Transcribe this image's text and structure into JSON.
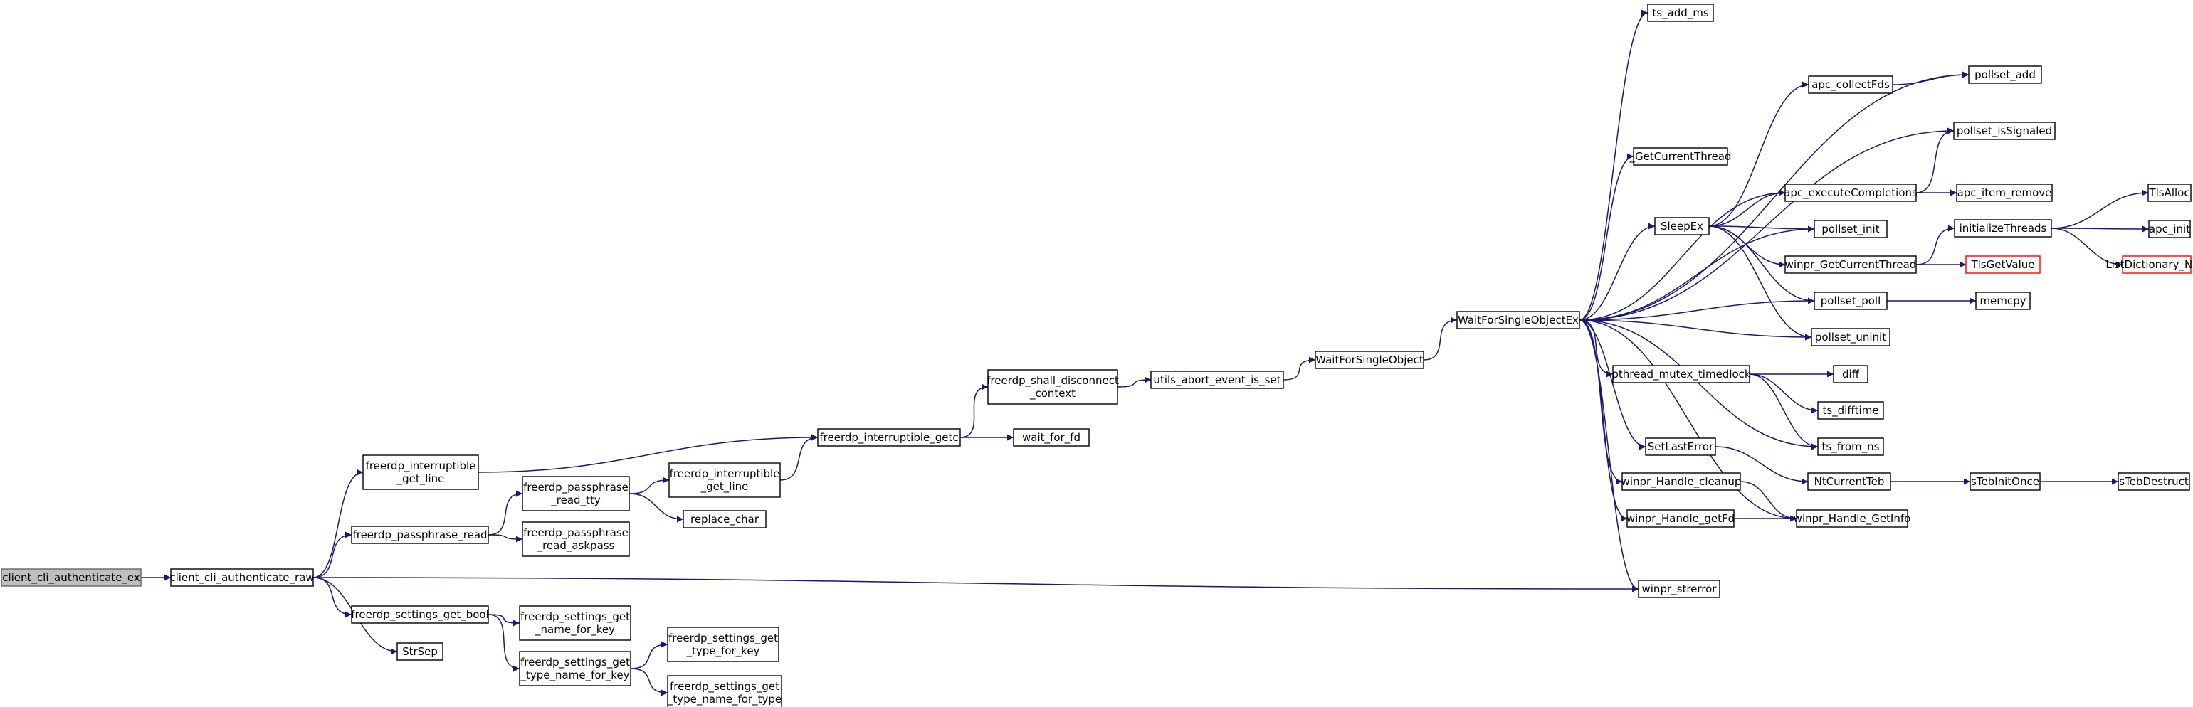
{
  "colors": {
    "edge": "#191970",
    "root_fill": "#bfbfbf",
    "node_border": "#000000",
    "truncated_border": "#ff0000"
  },
  "nodes": [
    {
      "id": "client_cli_authenticate_ex",
      "lines": [
        "client_cli_authenticate_ex"
      ],
      "root": true
    },
    {
      "id": "client_cli_authenticate_raw",
      "lines": [
        "client_cli_authenticate_raw"
      ]
    },
    {
      "id": "freerdp_interruptible_get_line_a",
      "lines": [
        "freerdp_interruptible",
        "_get_line"
      ]
    },
    {
      "id": "freerdp_passphrase_read",
      "lines": [
        "freerdp_passphrase_read"
      ]
    },
    {
      "id": "freerdp_settings_get_bool",
      "lines": [
        "freerdp_settings_get_bool"
      ]
    },
    {
      "id": "StrSep",
      "lines": [
        "StrSep"
      ]
    },
    {
      "id": "winpr_strerror",
      "lines": [
        "winpr_strerror"
      ]
    },
    {
      "id": "freerdp_interruptible_getc",
      "lines": [
        "freerdp_interruptible_getc"
      ]
    },
    {
      "id": "freerdp_passphrase_read_tty",
      "lines": [
        "freerdp_passphrase",
        "_read_tty"
      ]
    },
    {
      "id": "freerdp_passphrase_read_askpass",
      "lines": [
        "freerdp_passphrase",
        "_read_askpass"
      ]
    },
    {
      "id": "freerdp_settings_get_name_for_key",
      "lines": [
        "freerdp_settings_get",
        "_name_for_key"
      ]
    },
    {
      "id": "freerdp_settings_get_type_name_for_key",
      "lines": [
        "freerdp_settings_get",
        "_type_name_for_key"
      ]
    },
    {
      "id": "freerdp_interruptible_get_line_b",
      "lines": [
        "freerdp_interruptible",
        "_get_line"
      ]
    },
    {
      "id": "replace_char",
      "lines": [
        "replace_char"
      ]
    },
    {
      "id": "freerdp_settings_get_type_for_key",
      "lines": [
        "freerdp_settings_get",
        "_type_for_key"
      ]
    },
    {
      "id": "freerdp_settings_get_type_name_for_type",
      "lines": [
        "freerdp_settings_get",
        "_type_name_for_type"
      ]
    },
    {
      "id": "freerdp_shall_disconnect_context",
      "lines": [
        "freerdp_shall_disconnect",
        "_context"
      ]
    },
    {
      "id": "wait_for_fd",
      "lines": [
        "wait_for_fd"
      ]
    },
    {
      "id": "utils_abort_event_is_set",
      "lines": [
        "utils_abort_event_is_set"
      ]
    },
    {
      "id": "WaitForSingleObject",
      "lines": [
        "WaitForSingleObject"
      ]
    },
    {
      "id": "WaitForSingleObjectEx",
      "lines": [
        "WaitForSingleObjectEx"
      ]
    },
    {
      "id": "ts_add_ms",
      "lines": [
        "ts_add_ms"
      ]
    },
    {
      "id": "_GetCurrentThread",
      "lines": [
        "_GetCurrentThread"
      ]
    },
    {
      "id": "SleepEx",
      "lines": [
        "SleepEx"
      ]
    },
    {
      "id": "pthread_mutex_timedlock",
      "lines": [
        "pthread_mutex_timedlock"
      ]
    },
    {
      "id": "SetLastError",
      "lines": [
        "SetLastError"
      ]
    },
    {
      "id": "winpr_Handle_cleanup",
      "lines": [
        "winpr_Handle_cleanup"
      ]
    },
    {
      "id": "winpr_Handle_getFd",
      "lines": [
        "winpr_Handle_getFd"
      ]
    },
    {
      "id": "apc_collectFds",
      "lines": [
        "apc_collectFds"
      ]
    },
    {
      "id": "apc_executeCompletions",
      "lines": [
        "apc_executeCompletions"
      ]
    },
    {
      "id": "pollset_init",
      "lines": [
        "pollset_init"
      ]
    },
    {
      "id": "winpr_GetCurrentThread",
      "lines": [
        "winpr_GetCurrentThread"
      ]
    },
    {
      "id": "pollset_poll",
      "lines": [
        "pollset_poll"
      ]
    },
    {
      "id": "pollset_uninit",
      "lines": [
        "pollset_uninit"
      ]
    },
    {
      "id": "diff",
      "lines": [
        "diff"
      ]
    },
    {
      "id": "ts_difftime",
      "lines": [
        "ts_difftime"
      ]
    },
    {
      "id": "ts_from_ns",
      "lines": [
        "ts_from_ns"
      ]
    },
    {
      "id": "NtCurrentTeb",
      "lines": [
        "NtCurrentTeb"
      ]
    },
    {
      "id": "winpr_Handle_GetInfo",
      "lines": [
        "winpr_Handle_GetInfo"
      ]
    },
    {
      "id": "pollset_add",
      "lines": [
        "pollset_add"
      ]
    },
    {
      "id": "pollset_isSignaled",
      "lines": [
        "pollset_isSignaled"
      ]
    },
    {
      "id": "apc_item_remove",
      "lines": [
        "apc_item_remove"
      ]
    },
    {
      "id": "initializeThreads",
      "lines": [
        "initializeThreads"
      ]
    },
    {
      "id": "TlsGetValue",
      "lines": [
        "TlsGetValue"
      ],
      "truncated": true
    },
    {
      "id": "memcpy",
      "lines": [
        "memcpy"
      ]
    },
    {
      "id": "sTebInitOnce",
      "lines": [
        "sTebInitOnce"
      ]
    },
    {
      "id": "TlsAlloc",
      "lines": [
        "TlsAlloc"
      ]
    },
    {
      "id": "apc_init",
      "lines": [
        "apc_init"
      ]
    },
    {
      "id": "ListDictionary_New",
      "lines": [
        "ListDictionary_New"
      ],
      "truncated": true
    },
    {
      "id": "sTebDestruct",
      "lines": [
        "sTebDestruct"
      ]
    }
  ],
  "edges": [
    [
      "client_cli_authenticate_ex",
      "client_cli_authenticate_raw"
    ],
    [
      "client_cli_authenticate_raw",
      "freerdp_interruptible_get_line_a"
    ],
    [
      "client_cli_authenticate_raw",
      "freerdp_passphrase_read"
    ],
    [
      "client_cli_authenticate_raw",
      "freerdp_settings_get_bool"
    ],
    [
      "client_cli_authenticate_raw",
      "StrSep"
    ],
    [
      "client_cli_authenticate_raw",
      "winpr_strerror"
    ],
    [
      "freerdp_interruptible_get_line_a",
      "freerdp_interruptible_getc"
    ],
    [
      "freerdp_passphrase_read",
      "freerdp_passphrase_read_tty"
    ],
    [
      "freerdp_passphrase_read",
      "freerdp_passphrase_read_askpass"
    ],
    [
      "freerdp_settings_get_bool",
      "freerdp_settings_get_name_for_key"
    ],
    [
      "freerdp_settings_get_bool",
      "freerdp_settings_get_type_name_for_key"
    ],
    [
      "freerdp_passphrase_read_tty",
      "freerdp_interruptible_get_line_b"
    ],
    [
      "freerdp_passphrase_read_tty",
      "replace_char"
    ],
    [
      "freerdp_settings_get_type_name_for_key",
      "freerdp_settings_get_type_for_key"
    ],
    [
      "freerdp_settings_get_type_name_for_key",
      "freerdp_settings_get_type_name_for_type"
    ],
    [
      "freerdp_interruptible_get_line_b",
      "freerdp_interruptible_getc"
    ],
    [
      "freerdp_interruptible_getc",
      "freerdp_shall_disconnect_context"
    ],
    [
      "freerdp_interruptible_getc",
      "wait_for_fd"
    ],
    [
      "freerdp_shall_disconnect_context",
      "utils_abort_event_is_set"
    ],
    [
      "utils_abort_event_is_set",
      "WaitForSingleObject"
    ],
    [
      "WaitForSingleObject",
      "WaitForSingleObjectEx"
    ],
    [
      "WaitForSingleObjectEx",
      "ts_add_ms"
    ],
    [
      "WaitForSingleObjectEx",
      "pollset_add"
    ],
    [
      "WaitForSingleObjectEx",
      "pollset_isSignaled"
    ],
    [
      "WaitForSingleObjectEx",
      "_GetCurrentThread"
    ],
    [
      "WaitForSingleObjectEx",
      "apc_executeCompletions"
    ],
    [
      "WaitForSingleObjectEx",
      "pollset_init"
    ],
    [
      "WaitForSingleObjectEx",
      "SleepEx"
    ],
    [
      "WaitForSingleObjectEx",
      "pollset_poll"
    ],
    [
      "WaitForSingleObjectEx",
      "pollset_uninit"
    ],
    [
      "WaitForSingleObjectEx",
      "pthread_mutex_timedlock"
    ],
    [
      "WaitForSingleObjectEx",
      "ts_from_ns"
    ],
    [
      "WaitForSingleObjectEx",
      "SetLastError"
    ],
    [
      "WaitForSingleObjectEx",
      "winpr_Handle_cleanup"
    ],
    [
      "WaitForSingleObjectEx",
      "winpr_Handle_getFd"
    ],
    [
      "WaitForSingleObjectEx",
      "winpr_Handle_GetInfo"
    ],
    [
      "WaitForSingleObjectEx",
      "winpr_strerror"
    ],
    [
      "SleepEx",
      "apc_collectFds"
    ],
    [
      "SleepEx",
      "apc_executeCompletions"
    ],
    [
      "SleepEx",
      "pollset_init"
    ],
    [
      "SleepEx",
      "winpr_GetCurrentThread"
    ],
    [
      "SleepEx",
      "pollset_poll"
    ],
    [
      "SleepEx",
      "pollset_uninit"
    ],
    [
      "apc_collectFds",
      "pollset_add"
    ],
    [
      "apc_executeCompletions",
      "pollset_isSignaled"
    ],
    [
      "apc_executeCompletions",
      "apc_item_remove"
    ],
    [
      "winpr_GetCurrentThread",
      "initializeThreads"
    ],
    [
      "winpr_GetCurrentThread",
      "TlsGetValue"
    ],
    [
      "initializeThreads",
      "TlsAlloc"
    ],
    [
      "initializeThreads",
      "apc_init"
    ],
    [
      "initializeThreads",
      "ListDictionary_New"
    ],
    [
      "pollset_poll",
      "memcpy"
    ],
    [
      "pthread_mutex_timedlock",
      "diff"
    ],
    [
      "pthread_mutex_timedlock",
      "ts_difftime"
    ],
    [
      "pthread_mutex_timedlock",
      "ts_from_ns"
    ],
    [
      "SetLastError",
      "NtCurrentTeb"
    ],
    [
      "winpr_Handle_cleanup",
      "winpr_Handle_GetInfo"
    ],
    [
      "winpr_Handle_getFd",
      "winpr_Handle_GetInfo"
    ],
    [
      "NtCurrentTeb",
      "sTebInitOnce"
    ],
    [
      "sTebInitOnce",
      "sTebDestruct"
    ]
  ]
}
